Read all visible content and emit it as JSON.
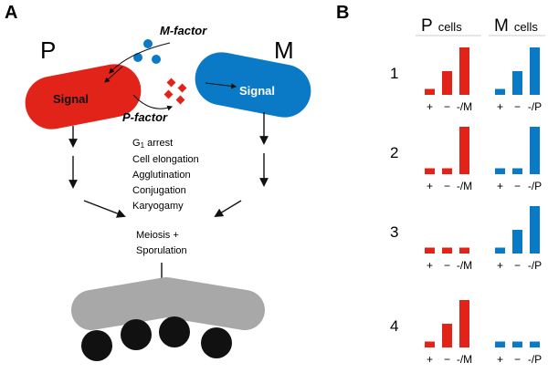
{
  "panel_a": {
    "letter": "A",
    "cell_p": {
      "name": "P",
      "signal": "Signal"
    },
    "cell_m": {
      "name": "M",
      "signal": "Signal"
    },
    "m_factor": "M-factor",
    "p_factor": "P-factor",
    "responses": [
      "G1 arrest",
      "Cell elongation",
      "Agglutination",
      "Conjugation",
      "Karyogamy"
    ],
    "meiosis": [
      "Meiosis +",
      "Sporulation"
    ],
    "ascus": "Ascus"
  },
  "panel_b": {
    "letter": "B",
    "p_header": "P cells",
    "m_header": "M cells",
    "p_ticks": [
      "+",
      "−",
      "-/M"
    ],
    "m_ticks": [
      "+",
      "−",
      "-/P"
    ]
  },
  "colors": {
    "red": "#e2231a",
    "blue": "#0a7ac7",
    "grey": "#a8a8a8",
    "black": "#111111"
  },
  "chart_data": {
    "type": "bar",
    "rows": [
      {
        "label": "1",
        "p_cells": [
          1,
          4,
          8
        ],
        "m_cells": [
          1,
          4,
          8
        ]
      },
      {
        "label": "2",
        "p_cells": [
          1,
          1,
          8
        ],
        "m_cells": [
          1,
          1,
          8
        ]
      },
      {
        "label": "3",
        "p_cells": [
          1,
          1,
          1
        ],
        "m_cells": [
          1,
          4,
          8
        ]
      },
      {
        "label": "4",
        "p_cells": [
          1,
          4,
          8
        ],
        "m_cells": [
          1,
          1,
          1
        ]
      }
    ],
    "ylim": [
      0,
      8
    ]
  }
}
